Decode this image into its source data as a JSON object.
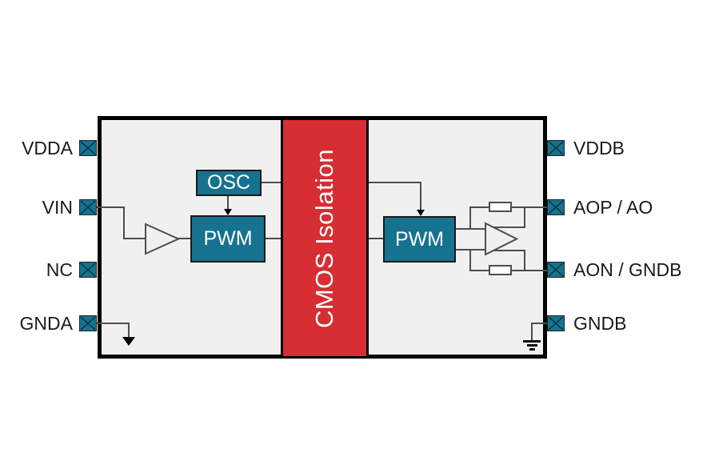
{
  "diagram": {
    "type": "isolated-amplifier-functional-block-diagram",
    "barrier_label": "CMOS Isolation",
    "left_pins": [
      "VDDA",
      "VIN",
      "NC",
      "GNDA"
    ],
    "right_pins": [
      "VDDB",
      "AOP / AO",
      "AON / GNDB",
      "GNDB"
    ],
    "blocks": {
      "osc": "OSC",
      "pwm_input": "PWM",
      "pwm_output": "PWM"
    },
    "colors": {
      "block_teal": "#15738F",
      "barrier_red": "#D62E33",
      "chip_fill": "#F0F0F0",
      "wire_gray": "#4D4D4D",
      "text_dark": "#1A1A1A"
    },
    "icons": {
      "pin_pad": "box-with-x",
      "input_buffer": "triangle-amp",
      "output_amp": "triangle-amp",
      "resistor": "rectangle",
      "analog_ground": "filled-down-arrow",
      "earth_ground": "three-bars"
    }
  }
}
